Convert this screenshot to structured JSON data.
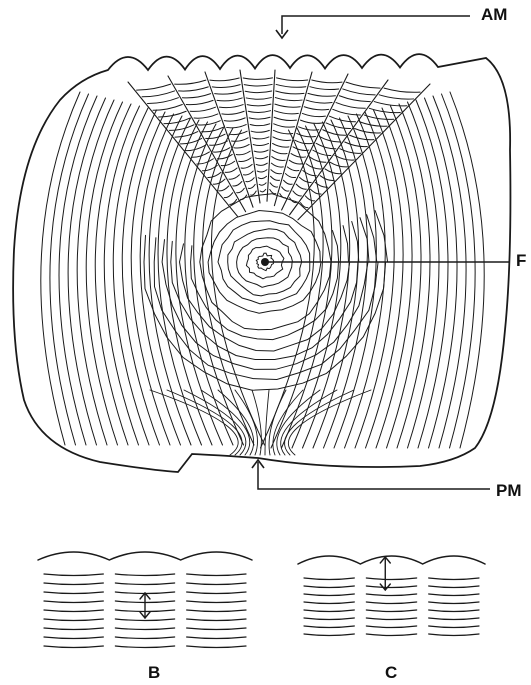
{
  "labels": {
    "anterior_margin": "AM",
    "focus": "F",
    "posterior_margin": "PM",
    "panel_b": "B",
    "panel_c": "C"
  },
  "colors": {
    "ink": "#1a1a1a",
    "background": "#ffffff"
  }
}
